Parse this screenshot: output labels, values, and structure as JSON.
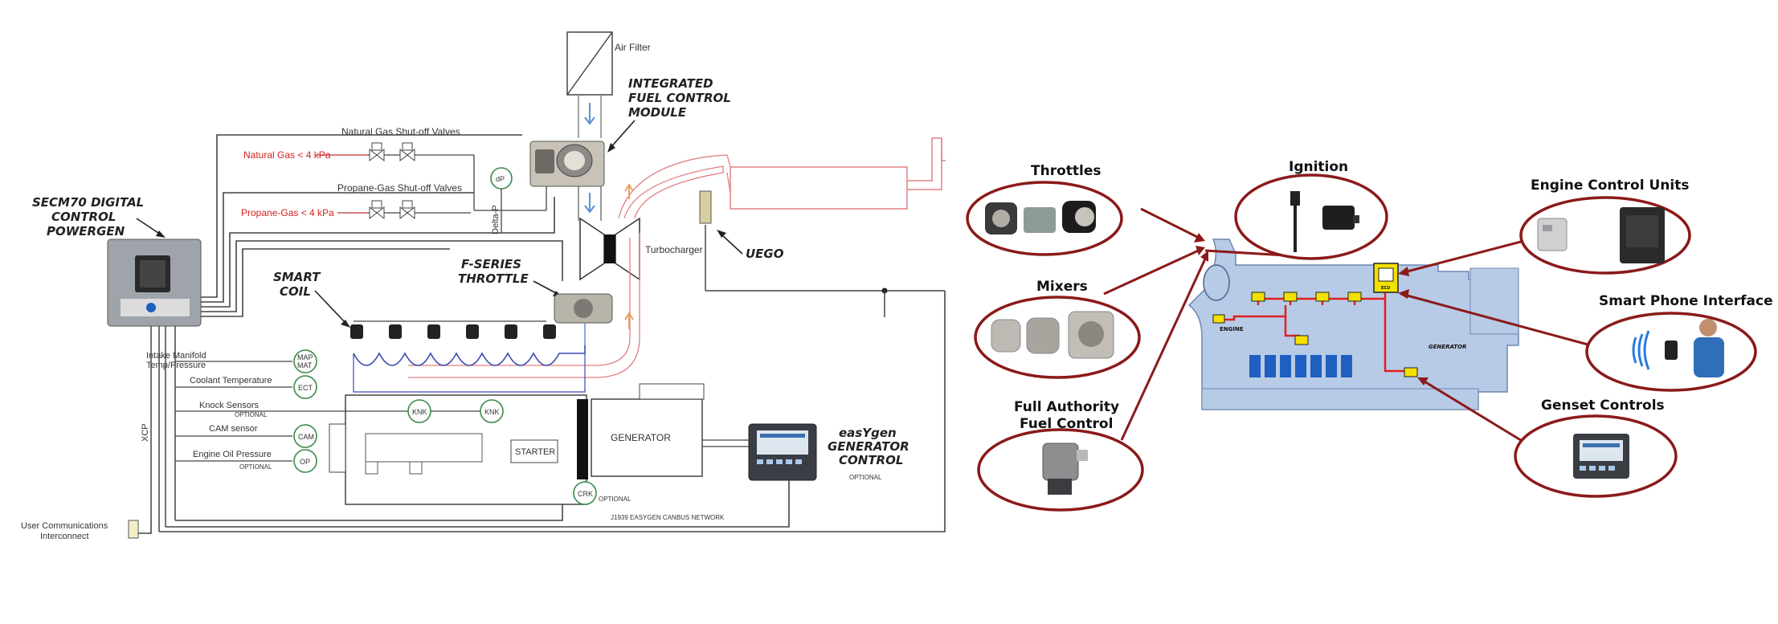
{
  "left_diagram": {
    "air_filter": "Air Filter",
    "ifcm": [
      "INTEGRATED",
      "FUEL CONTROL",
      "MODULE"
    ],
    "ng_valves": "Natural Gas Shut-off Valves",
    "ng_supply": "Natural Gas < 4 kPa",
    "lp_valves": "Propane-Gas Shut-off Valves",
    "lp_supply": "Propane-Gas < 4 kPa",
    "dp": "dP",
    "delta_p": "Delta-P",
    "secm": [
      "SECM70 DIGITAL",
      "CONTROL",
      "POWERGEN"
    ],
    "smart_coil": [
      "SMART",
      "COIL"
    ],
    "f_throttle": [
      "F-SERIES",
      "THROTTLE"
    ],
    "turbo": "Turbocharger",
    "uego": "UEGO",
    "intake": [
      "Intake Manifold",
      "Temp/Pressure"
    ],
    "map_mat": [
      "MAP",
      "MAT"
    ],
    "coolant": "Coolant Temperature",
    "ect": "ECT",
    "knock": "Knock Sensors",
    "knk": "KNK",
    "optional": "OPTIONAL",
    "cam_sensor": "CAM sensor",
    "cam": "CAM",
    "oil": "Engine Oil Pressure",
    "op": "OP",
    "xcp": "XCP",
    "starter": "STARTER",
    "generator": "GENERATOR",
    "crk": "CRK",
    "easygen": [
      "easYgen",
      "GENERATOR",
      "CONTROL"
    ],
    "user_comm": [
      "User Communications",
      "Interconnect"
    ],
    "canbus": "J1939 EASYGEN CANBUS NETWORK"
  },
  "right_diagram": {
    "throttles": "Throttles",
    "ignition": "Ignition",
    "ecu_units": "Engine Control Units",
    "mixers": "Mixers",
    "smartphone": "Smart Phone Interface",
    "full_auth": [
      "Full Authority",
      "Fuel Control"
    ],
    "genset": "Genset Controls",
    "engine": "ENGINE",
    "generator": "GENERATOR",
    "ecu": "ECU"
  },
  "colors": {
    "accent_red": "#8b1a1a",
    "fuel_red": "#d42020",
    "block_blue": "#b8cbe6",
    "cyl_blue": "#1f5fc0",
    "ecu_yellow": "#f3e000"
  }
}
